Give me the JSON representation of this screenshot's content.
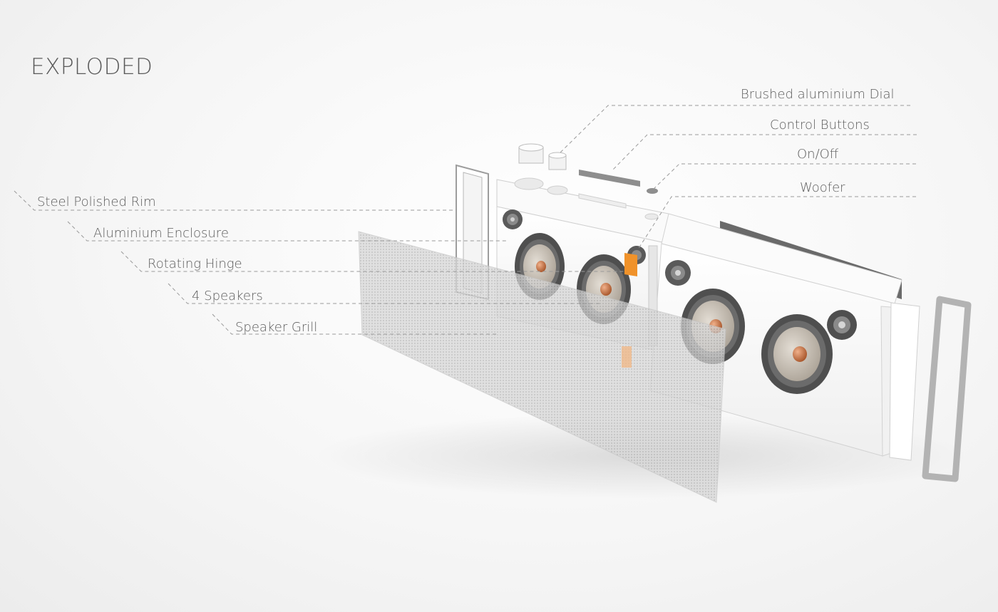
{
  "title": "EXPLODED",
  "colors": {
    "accent_orange": "#f0922a",
    "text": "#5d5d5d",
    "leader_line": "#9a9a9a",
    "enclosure": "#ffffff",
    "speaker_cone": "#c9c1b6"
  },
  "labels": {
    "dial": "Brushed aluminium Dial",
    "buttons": "Control Buttons",
    "onoff": "On/Off",
    "woofer": "Woofer",
    "rim": "Steel Polished Rim",
    "enclosure": "Aluminium Enclosure",
    "hinge": "Rotating Hinge",
    "speakers": "4 Speakers",
    "grill": "Speaker Grill"
  }
}
